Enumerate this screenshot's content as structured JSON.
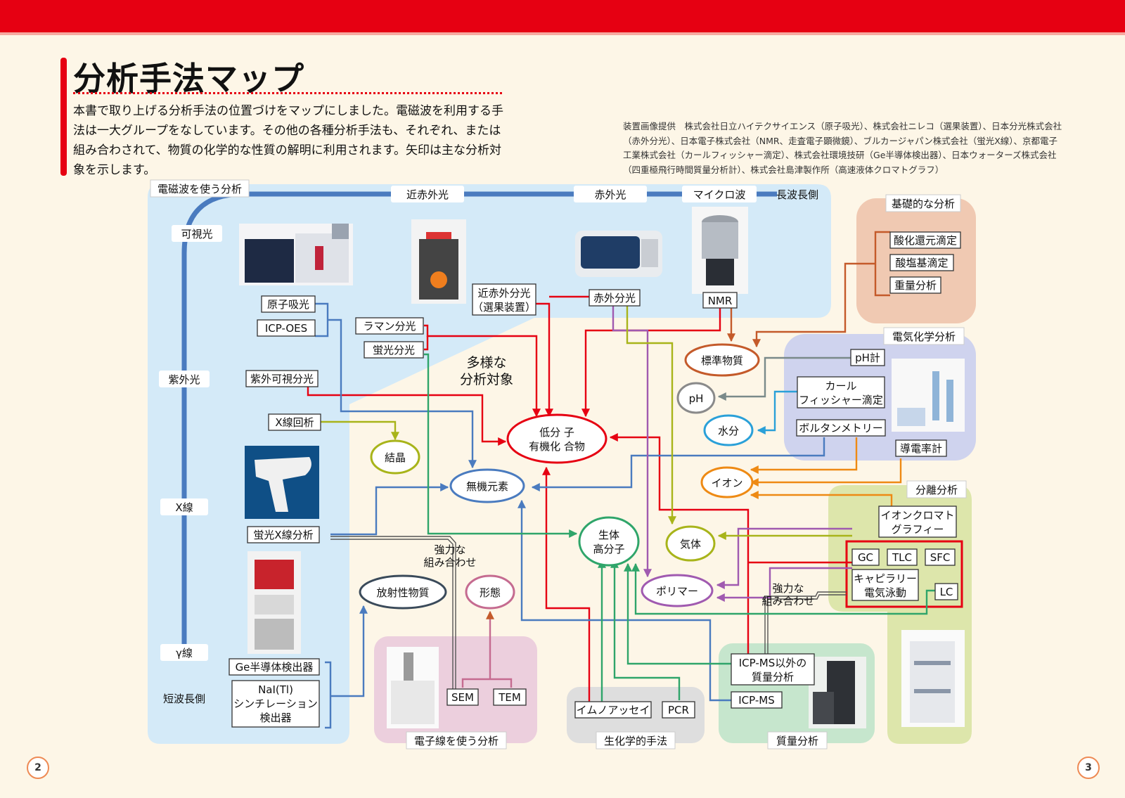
{
  "header": {
    "title": "分析手法マップ",
    "intro": "本書で取り上げる分析手法の位置づけをマップにしました。電磁波を利用する手法は一大グループをなしています。その他の各種分析手法も、それぞれ、または組み合わされて、物質の化学的な性質の解明に利用されます。矢印は主な分析対象を示します。",
    "credit": "装置画像提供　株式会社日立ハイテクサイエンス（原子吸光）、株式会社ニレコ（選果装置）、日本分光株式会社（赤外分光）、日本電子株式会社（NMR、走査電子顕微鏡）、ブルカージャパン株式会社（蛍光X線）、京都電子工業株式会社（カールフィッシャー滴定）、株式会社環境技研（Ge半導体検出器）、日本ウォーターズ株式会社（四重極飛行時間質量分析計）、株式会社島津製作所（高速液体クロマトグラフ）"
  },
  "groups": {
    "em": "電磁波を使う分析",
    "basic": "基礎的な分析",
    "electro": "電気化学分析",
    "separation": "分離分析",
    "electron": "電子線を使う分析",
    "biochem": "生化学的手法",
    "mass": "質量分析"
  },
  "spectrum": {
    "visible": "可視光",
    "uv": "紫外光",
    "xray": "X線",
    "gamma": "γ線",
    "short": "短波長側",
    "nir": "近赤外光",
    "ir": "赤外光",
    "micro": "マイクロ波",
    "long": "長波長側"
  },
  "methods": {
    "aas": "原子吸光",
    "icpoes": "ICP-OES",
    "raman": "ラマン分光",
    "fluor": "蛍光分光",
    "nir1": "近赤外分光",
    "nir2": "（選果装置）",
    "irspec": "赤外分光",
    "nmr": "NMR",
    "uvvis": "紫外可視分光",
    "xrd": "X線回析",
    "xrf": "蛍光X線分析",
    "ge": "Ge半導体検出器",
    "nai1": "NaI(Tl)",
    "nai2": "シンチレーション",
    "nai3": "検出器",
    "redox": "酸化還元滴定",
    "acidbase": "酸塩基滴定",
    "gravi": "重量分析",
    "ph": "pH計",
    "kf1": "カール",
    "kf2": "フィッシャー滴定",
    "volt": "ボルタンメトリー",
    "cond": "導電率計",
    "ic1": "イオンクロマト",
    "ic2": "グラフィー",
    "gc": "GC",
    "tlc": "TLC",
    "sfc": "SFC",
    "ce1": "キャピラリー",
    "ce2": "電気泳動",
    "lc": "LC",
    "sem": "SEM",
    "tem": "TEM",
    "immuno": "イムノアッセイ",
    "pcr": "PCR",
    "ms1": "ICP-MS以外の",
    "ms2": "質量分析",
    "icpms": "ICP-MS"
  },
  "targets": {
    "lowmol1": "低分 子",
    "lowmol2": "有機化 合物",
    "inorganic": "無機元素",
    "crystal": "結晶",
    "biopoly1": "生体",
    "biopoly2": "高分子",
    "polymer": "ポリマー",
    "gas": "気体",
    "standard": "標準物質",
    "ph": "pH",
    "water": "水分",
    "ion": "イオン",
    "radio": "放射性物質",
    "morph": "形態",
    "diverse1": "多様な",
    "diverse2": "分析対象"
  },
  "notes": {
    "combo1a": "強力な",
    "combo1b": "組み合わせ",
    "combo2a": "強力な",
    "combo2b": "組み合わせ"
  },
  "pages": {
    "left": "2",
    "right": "3"
  },
  "colors": {
    "red": "#e60012",
    "blue": "#4a7bbf",
    "green": "#2fa56a",
    "purple": "#a05ab0",
    "olive": "#a8b41a",
    "orange": "#ee8a14",
    "brown": "#c45a2a",
    "cyan": "#2aa0d8",
    "gray": "#8a8a8a"
  }
}
